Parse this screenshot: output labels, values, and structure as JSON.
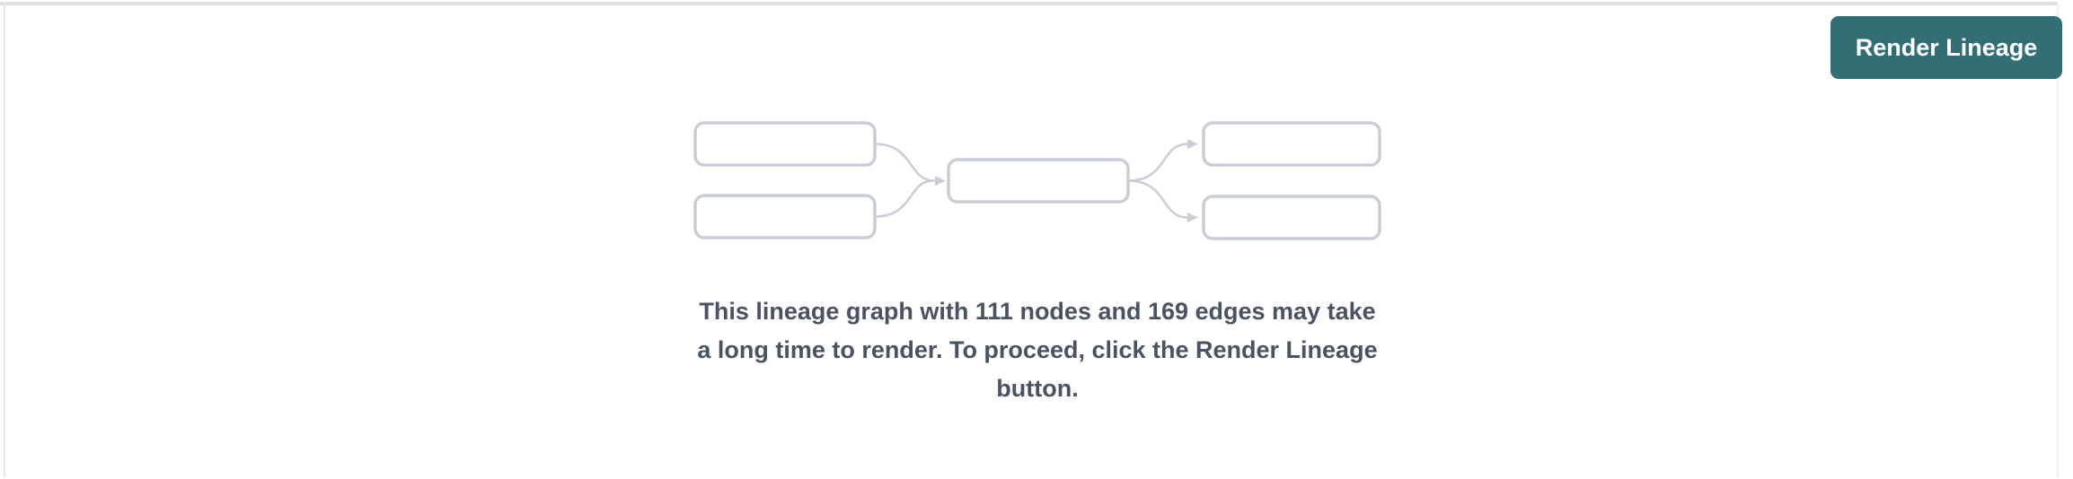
{
  "colors": {
    "panel_background": "#ffffff",
    "top_border": "#dee0e3",
    "side_border": "#e4e5e8",
    "faint_border": "#eeeff1",
    "button_background": "#346e75",
    "button_text": "#ffffff",
    "message_text": "#4a5263",
    "placeholder_stroke": "#c9cdd6"
  },
  "toolbar": {
    "render_button_label": "Render Lineage"
  },
  "empty_state": {
    "node_count": "111",
    "edge_count": "169",
    "message": "This lineage graph with 111 nodes and 169 edges may take a long time to render. To proceed, click the Render Lineage button.",
    "message_lines": [
      "This lineage graph with 111 nodes and 169 edges may take",
      "a long time to render. To proceed, click the Render Lineage",
      "button."
    ]
  }
}
